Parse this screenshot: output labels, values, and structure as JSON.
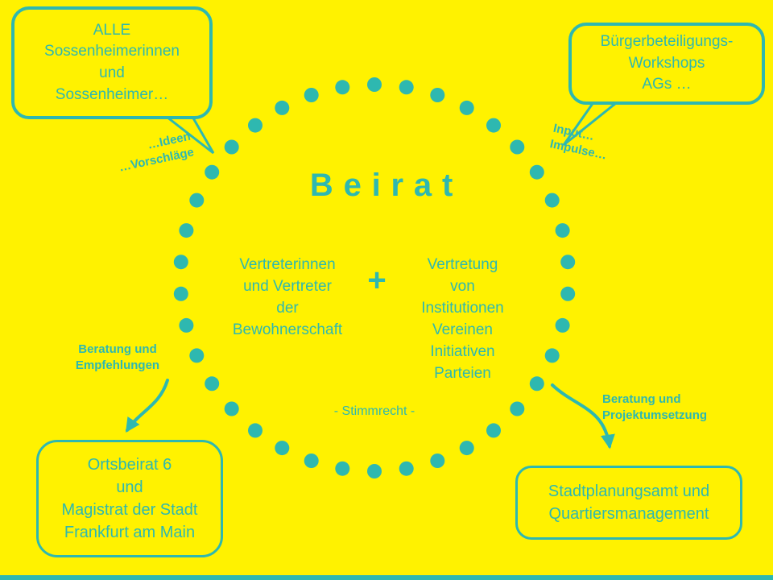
{
  "colors": {
    "background": "#FFF200",
    "teal": "#2EB8B0"
  },
  "title": "Beirat",
  "circle": {
    "left_column": "Vertreterinnen\nund Vertreter\nder\nBewohnerschaft",
    "plus": "+",
    "right_column": "Vertretung\nvon\nInstitutionen\nVereinen\nInitiativen\nParteien",
    "voting_note": "- Stimmrecht -"
  },
  "bubbles": {
    "top_left": "ALLE\nSossenheimerinnen\nund\nSossenheimer…",
    "top_right": "Bürgerbeteiligungs-\nWorkshops\nAGs …",
    "bottom_left": "Ortsbeirat 6\nund\nMagistrat der Stadt\nFrankfurt am Main",
    "bottom_right": "Stadtplanungsamt und\nQuartiersmanagement"
  },
  "labels": {
    "ideas": "…Ideen\n…Vorschläge",
    "input": "Input…\nImpulse…",
    "advice_left": "Beratung und\nEmpfehlungen",
    "advice_right": "Beratung und\nProjektumsetzung"
  }
}
